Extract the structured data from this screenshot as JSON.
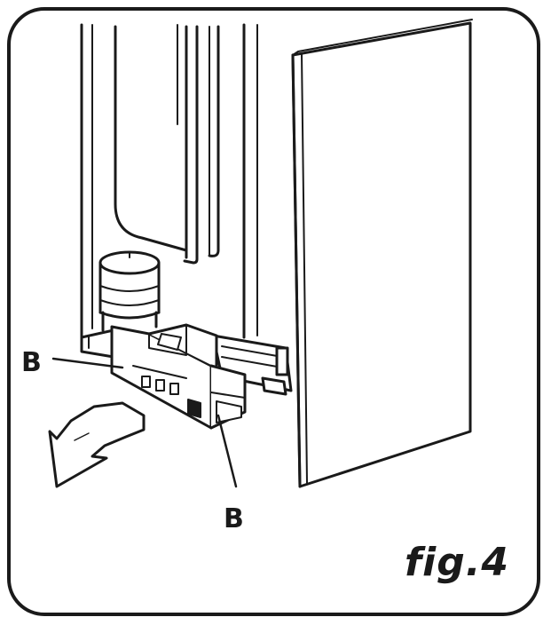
{
  "figure": {
    "caption": "fig.4",
    "callouts": [
      {
        "id": "left",
        "text": "B"
      },
      {
        "id": "bottom",
        "text": "B"
      }
    ]
  },
  "colors": {
    "ink": "#1a1a1a",
    "paper": "#ffffff",
    "shade": "#d9d9d9"
  },
  "icons": [
    "removal-arrow-icon"
  ]
}
